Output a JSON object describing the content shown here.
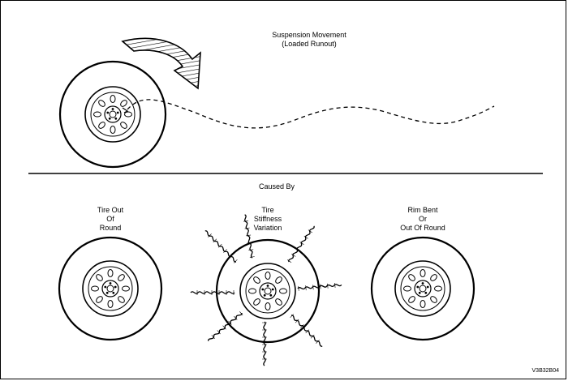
{
  "top": {
    "title_line1": "Suspension Movement",
    "title_line2": "(Loaded Runout)"
  },
  "section_label": "Caused By",
  "causes": [
    {
      "line1": "Tire Out",
      "line2": "Of",
      "line3": "Round"
    },
    {
      "line1": "Tire",
      "line2": "Stiffness",
      "line3": "Variation"
    },
    {
      "line1": "Rim Bent",
      "line2": "Or",
      "line3": "Out Of Round"
    }
  ],
  "figure_code": "V3B32B04"
}
